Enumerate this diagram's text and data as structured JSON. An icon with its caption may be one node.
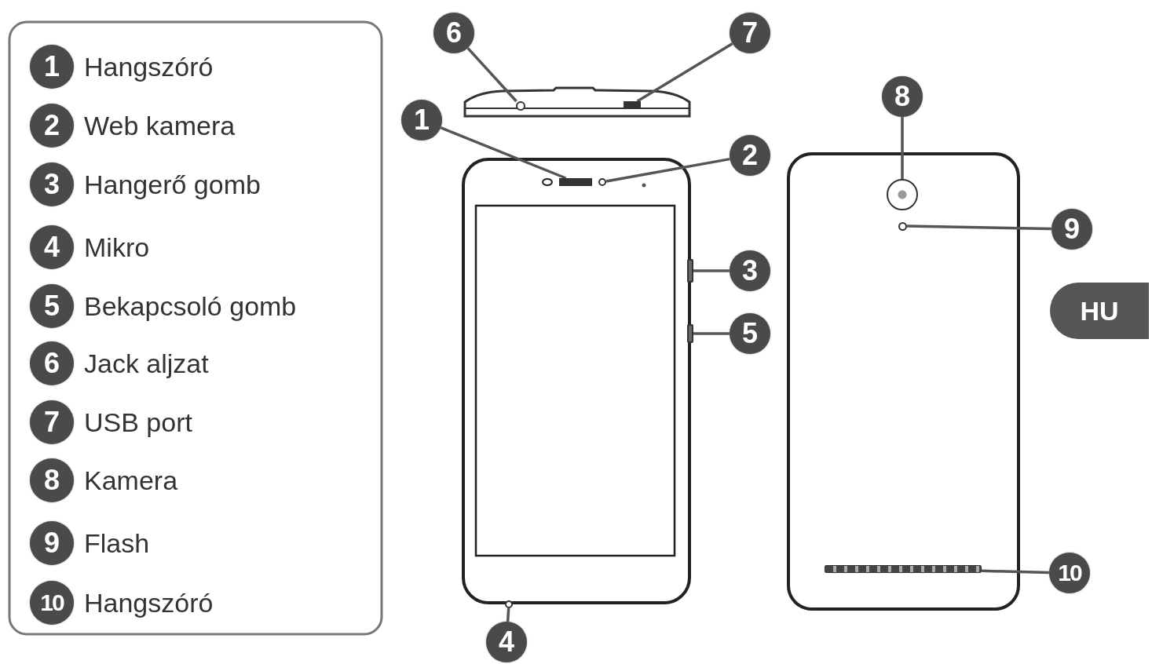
{
  "diagram": {
    "nodes": [
      {
        "text": [
          "6"
        ]
      },
      {
        "text": [
          "7"
        ]
      },
      {
        "text": [],
        "shape": "circle"
      },
      {
        "text": [],
        "shape": "box"
      },
      {
        "text": [
          "1"
        ]
      },
      {
        "text": [],
        "shape": "box"
      },
      {
        "text": [],
        "shape": "circle"
      },
      {
        "text": [
          "2"
        ]
      },
      {
        "text": [
          "8"
        ]
      },
      {
        "text": [],
        "shape": "circle"
      },
      {
        "text": [],
        "shape": "circle"
      },
      {
        "text": [
          "9"
        ]
      },
      {
        "text": [],
        "shape": "bar"
      },
      {
        "text": [
          "3"
        ]
      },
      {
        "text": [],
        "shape": "bar"
      },
      {
        "text": [
          "5"
        ]
      },
      {
        "text": [],
        "shape": "bar"
      },
      {
        "text": [
          "10"
        ]
      },
      {
        "text": [],
        "shape": "circle"
      },
      {
        "text": [
          "4"
        ]
      },
      {
        "text": [
          "1"
        ],
        "beside": [
          "Hangszóró"
        ]
      },
      {
        "text": [
          "2"
        ],
        "beside": [
          "Web kamera"
        ]
      },
      {
        "text": [
          "3"
        ],
        "beside": [
          "Hangerő gomb"
        ]
      },
      {
        "text": [
          "4"
        ],
        "beside": [
          "Mikro"
        ]
      },
      {
        "text": [
          "5"
        ],
        "beside": [
          "Bekapcsoló gomb"
        ]
      },
      {
        "text": [
          "6"
        ],
        "beside": [
          "Jack aljzat"
        ]
      },
      {
        "text": [
          "7"
        ],
        "beside": [
          "USB port"
        ]
      },
      {
        "text": [
          "8"
        ],
        "beside": [
          "Kamera"
        ]
      },
      {
        "text": [
          "9"
        ],
        "beside": [
          "Flash"
        ]
      },
      {
        "text": [
          "10"
        ],
        "beside": [
          "Hangszóró"
        ]
      }
    ],
    "edges": [
      {
        "from": 0,
        "to": 2,
        "arrow": "none"
      },
      {
        "from": 1,
        "to": 3,
        "arrow": "none"
      },
      {
        "from": 4,
        "to": 5,
        "arrow": "none"
      },
      {
        "from": 7,
        "to": 6,
        "arrow": "none"
      },
      {
        "from": 8,
        "to": 9,
        "arrow": "none"
      },
      {
        "from": 11,
        "to": 10,
        "arrow": "none"
      },
      {
        "from": 13,
        "to": 12,
        "arrow": "none"
      },
      {
        "from": 15,
        "to": 14,
        "arrow": "none"
      },
      {
        "from": 17,
        "to": 16,
        "arrow": "none"
      },
      {
        "from": 19,
        "to": 18,
        "arrow": "none"
      }
    ],
    "labels": [
      "HU"
    ]
  }
}
